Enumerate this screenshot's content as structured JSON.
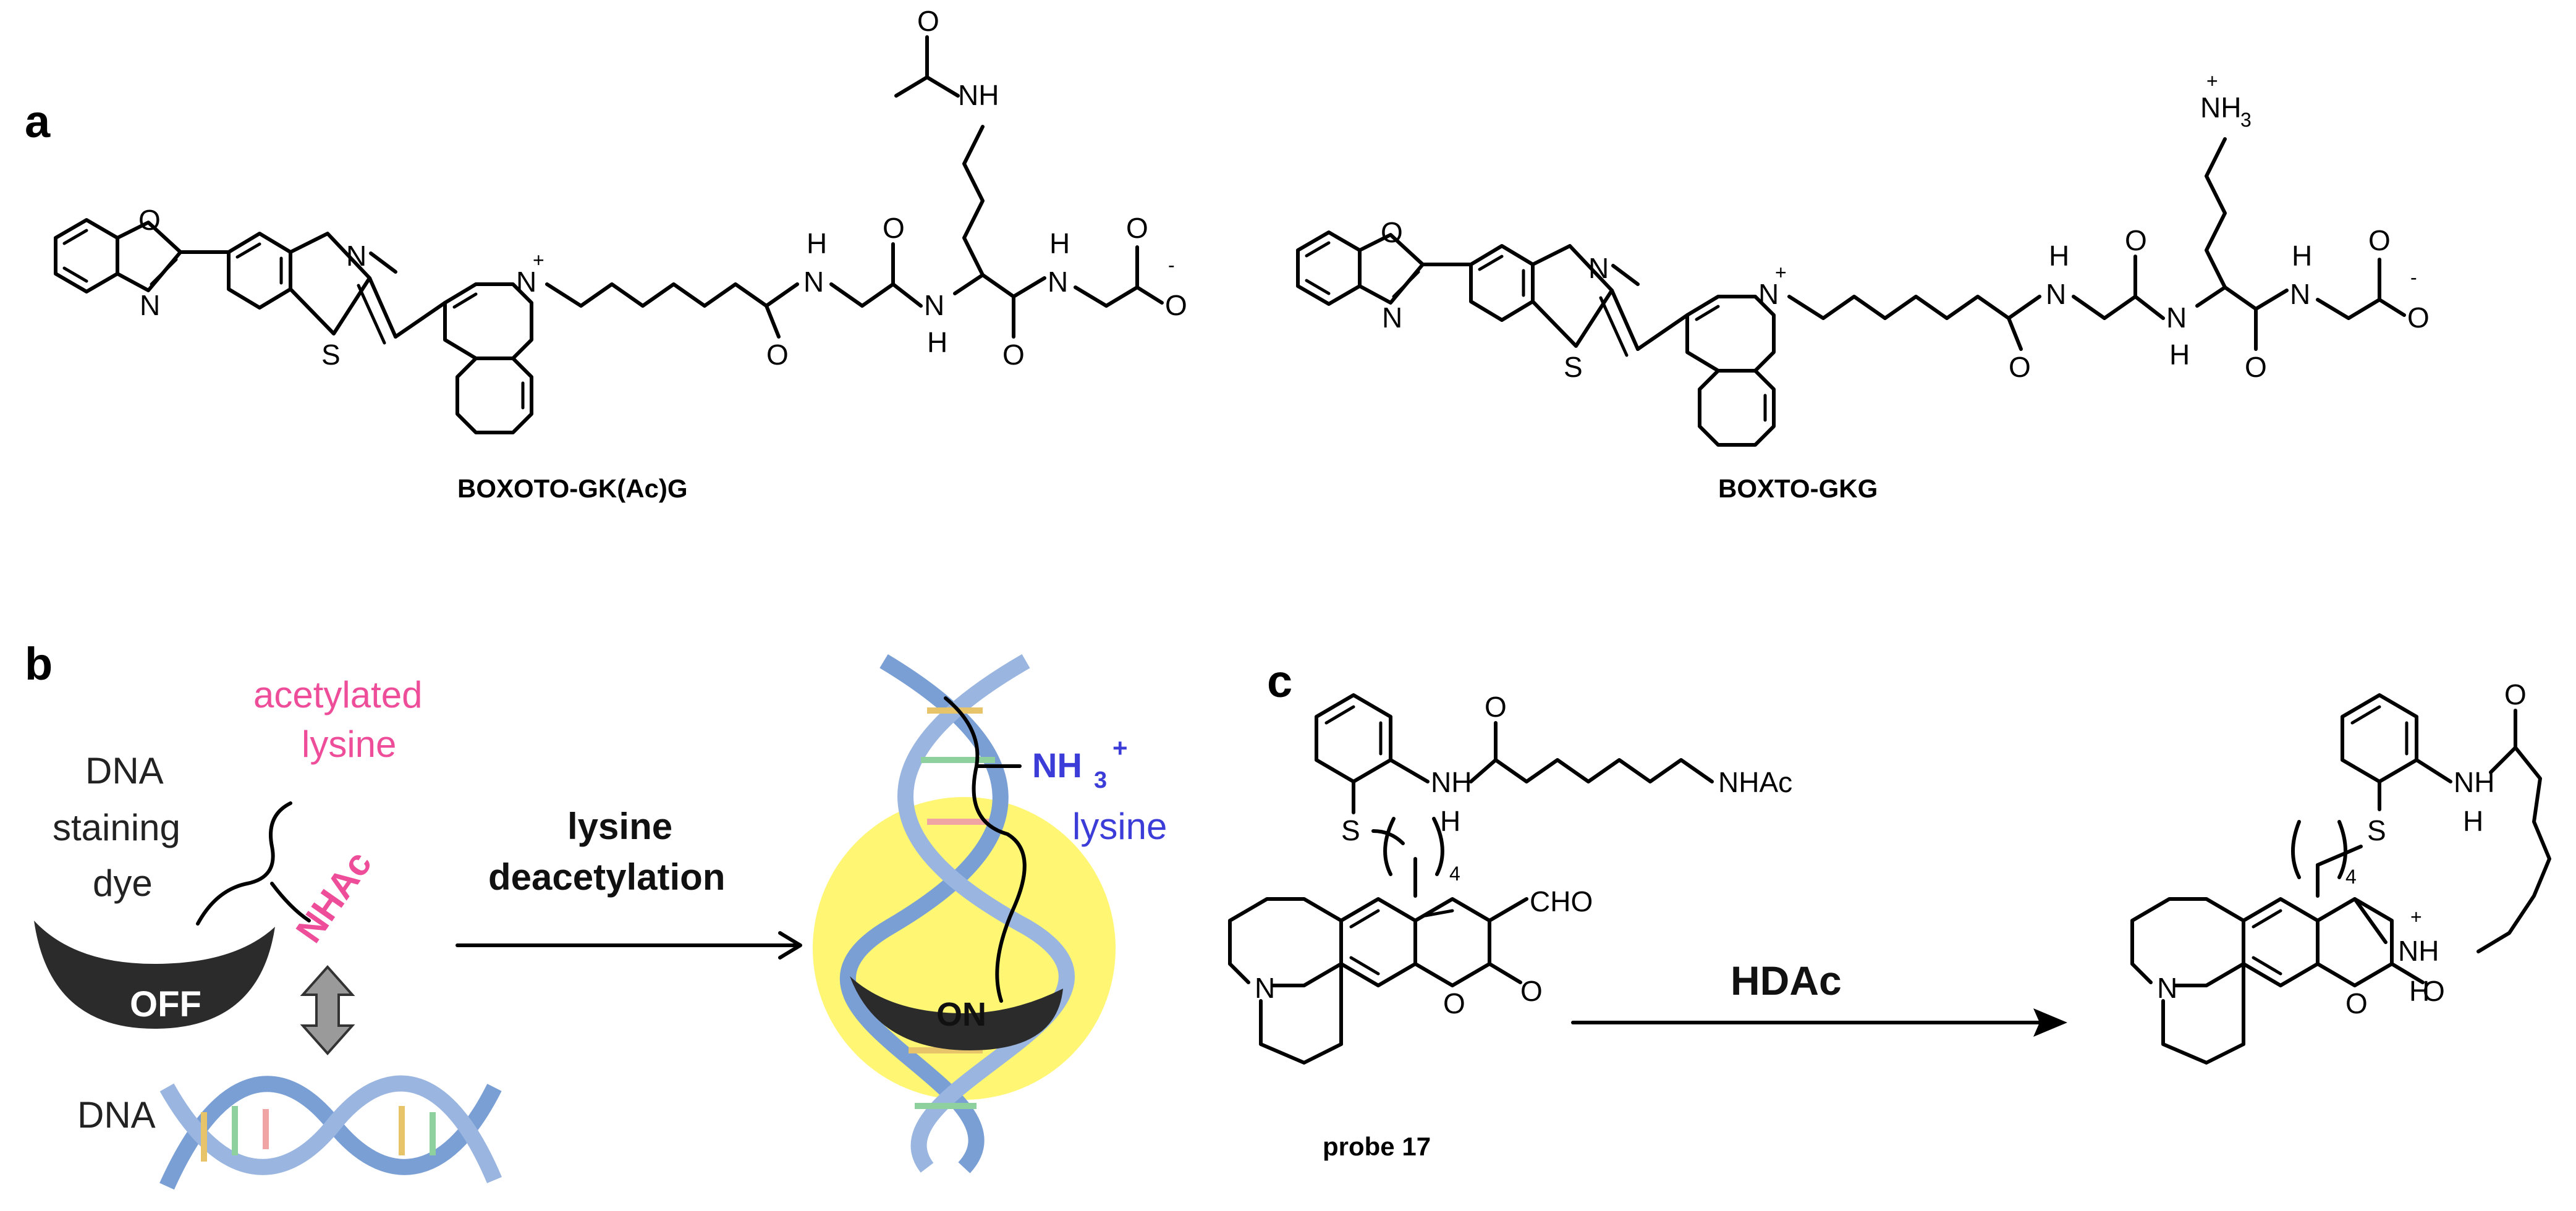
{
  "panels": {
    "a": "a",
    "b": "b",
    "c": "c"
  },
  "compounds": {
    "left_name": "BOXOTO-GK(Ac)G",
    "right_name": "BOXTO-GKG",
    "probe_name": "probe 17"
  },
  "atoms": {
    "O": "O",
    "N": "N",
    "S": "S",
    "H": "H",
    "NH": "NH",
    "plus": "+",
    "minus": "-",
    "NH3": "NH",
    "sub3": "3",
    "sub4": "4",
    "NHAc": "NHAc",
    "CHO": "CHO"
  },
  "scheme_b": {
    "acetylated": "acetylated",
    "lysine1": "lysine",
    "nhac": "NHAc",
    "dna_staining": "DNA",
    "staining": "staining",
    "dye": "dye",
    "off": "OFF",
    "dna": "DNA",
    "arrow_top": "lysine",
    "arrow_bottom": "deacetylation",
    "nh3": "NH",
    "nh3_sub": "3",
    "nh3_sup": "+",
    "lysine2": "lysine",
    "on": "ON"
  },
  "scheme_c": {
    "arrow_label": "HDAc"
  },
  "colors": {
    "acetylated": "#ee4d9a",
    "lysine_blue": "#3c3cd8",
    "dye": "#2b2b2b",
    "glow": "#fff45a",
    "dna": "#7a9fd4"
  }
}
